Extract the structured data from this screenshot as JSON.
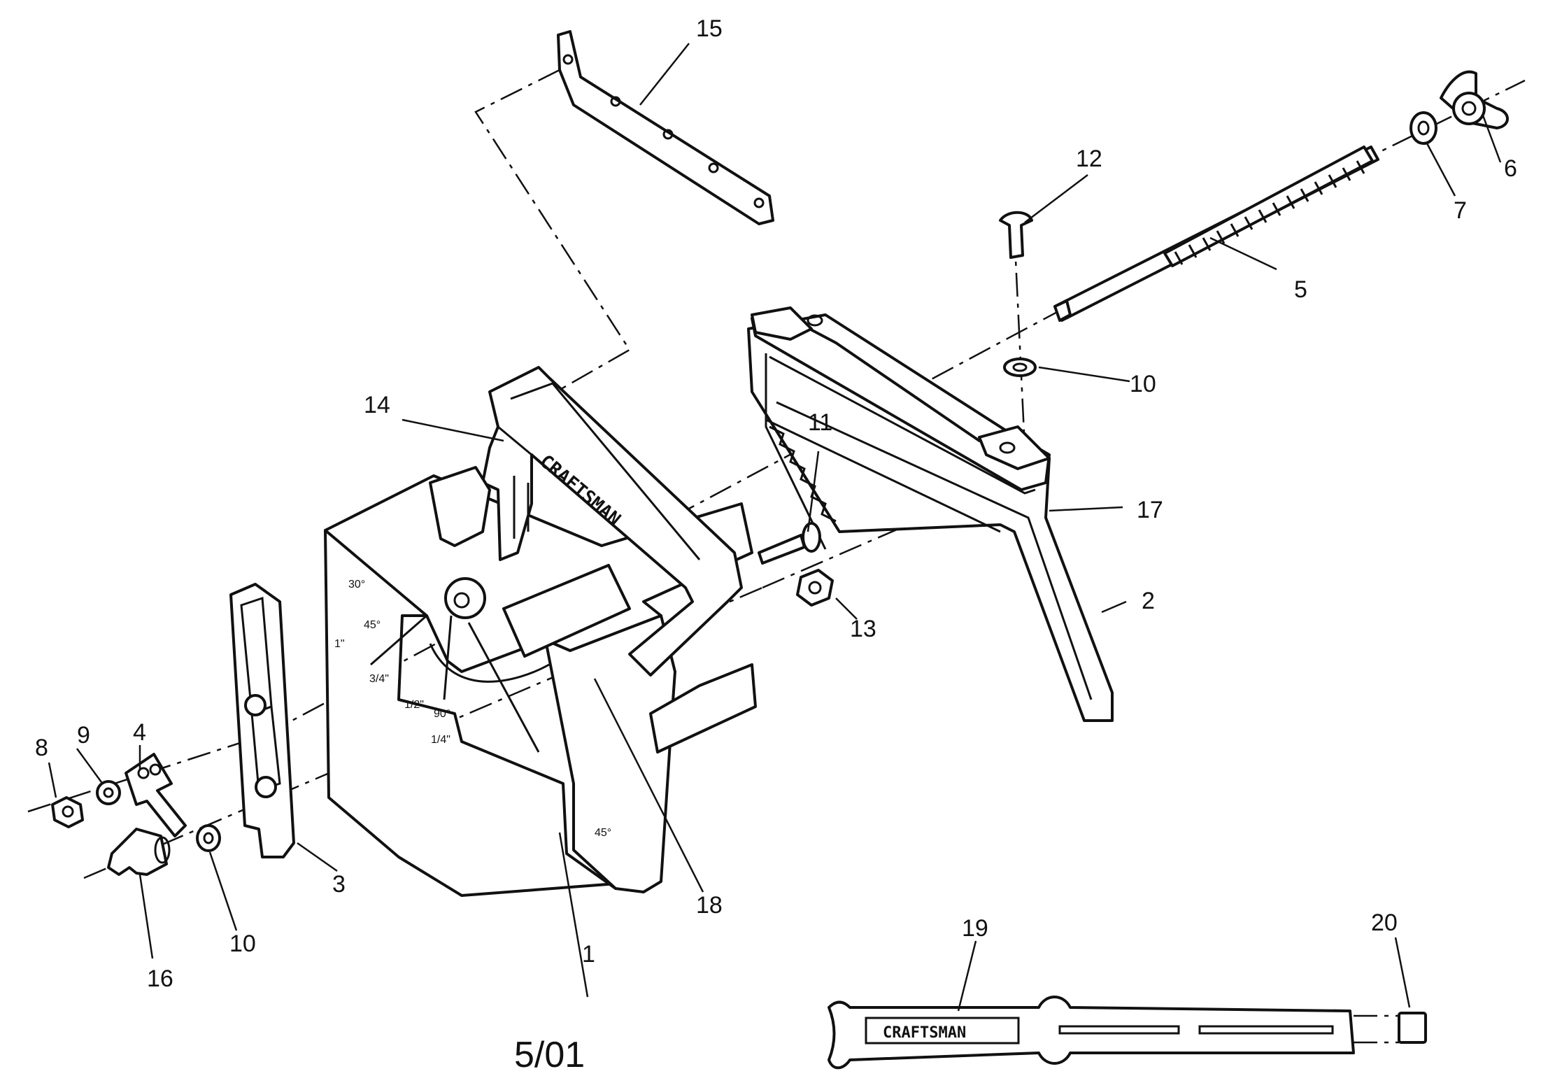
{
  "diagram": {
    "date_code": "5/01",
    "brand_text": "CRAFTSMAN",
    "angle_marks": [
      "30°",
      "45°",
      "90°",
      "45°"
    ],
    "inch_marks": [
      "1\"",
      "3/4\"",
      "1/2\"",
      "1/4\""
    ],
    "callouts": {
      "p1": "1",
      "p2": "2",
      "p3": "3",
      "p4": "4",
      "p5": "5",
      "p6": "6",
      "p7": "7",
      "p8": "8",
      "p9": "9",
      "p10a": "10",
      "p10b": "10",
      "p11": "11",
      "p12": "12",
      "p13": "13",
      "p14": "14",
      "p15": "15",
      "p16": "16",
      "p17": "17",
      "p18": "18",
      "p19": "19",
      "p20": "20"
    }
  }
}
